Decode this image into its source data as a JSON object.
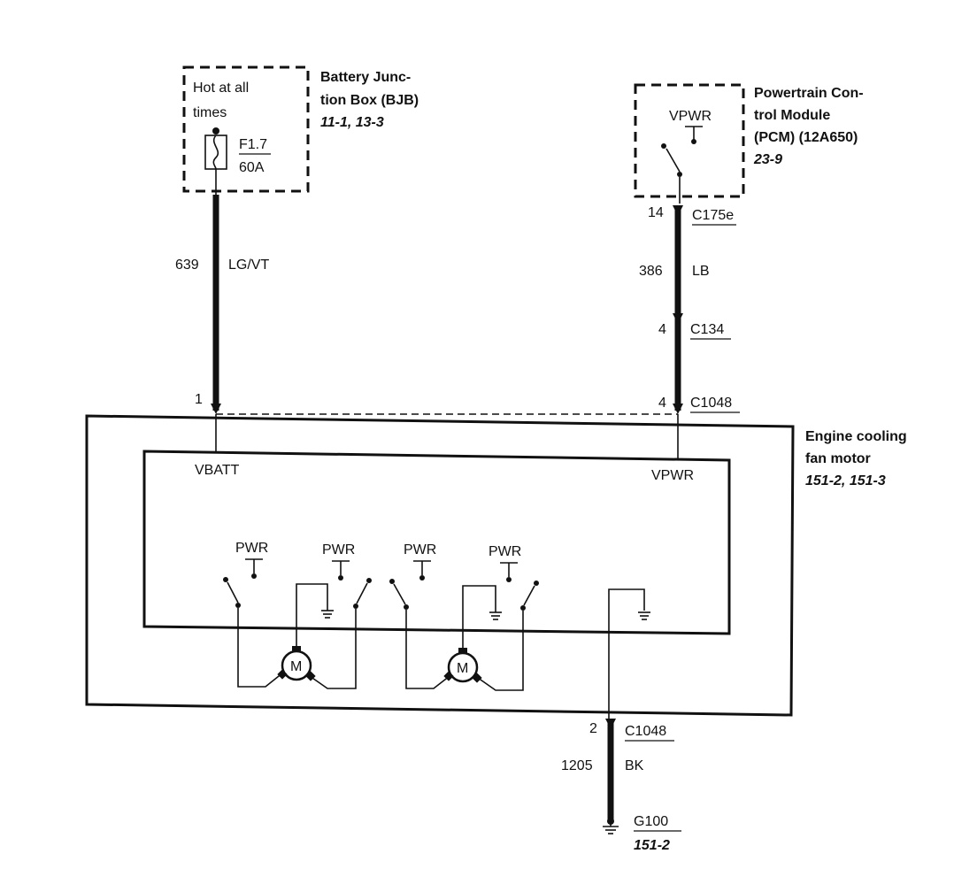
{
  "bjb": {
    "hot_line1": "Hot at all",
    "hot_line2": "times",
    "fuse_id": "F1.7",
    "fuse_rating": "60A",
    "title_line1": "Battery Junc-",
    "title_line2": "tion Box (BJB)",
    "ref": "11-1, 13-3"
  },
  "pcm": {
    "vpwr": "VPWR",
    "title_line1": "Powertrain Con-",
    "title_line2": "trol Module",
    "title_line3": "(PCM) (12A650)",
    "ref": "23-9"
  },
  "wire_left": {
    "circuit": "639",
    "color": "LG/VT",
    "pin": "1"
  },
  "wire_right": {
    "pin_top": "14",
    "connector_top": "C175e",
    "circuit": "386",
    "color": "LB",
    "pin_mid": "4",
    "connector_mid": "C134",
    "pin_bot": "4",
    "connector_bot": "C1048"
  },
  "motor": {
    "title_line1": "Engine cooling",
    "title_line2": "fan motor",
    "ref": "151-2, 151-3",
    "vbatt": "VBATT",
    "vpwr": "VPWR",
    "pwr_labels": [
      "PWR",
      "PWR",
      "PWR",
      "PWR"
    ],
    "motor_labels": [
      "M",
      "M"
    ]
  },
  "ground_wire": {
    "pin": "2",
    "connector": "C1048",
    "circuit": "1205",
    "color": "BK",
    "ground": "G100",
    "ref": "151-2"
  }
}
